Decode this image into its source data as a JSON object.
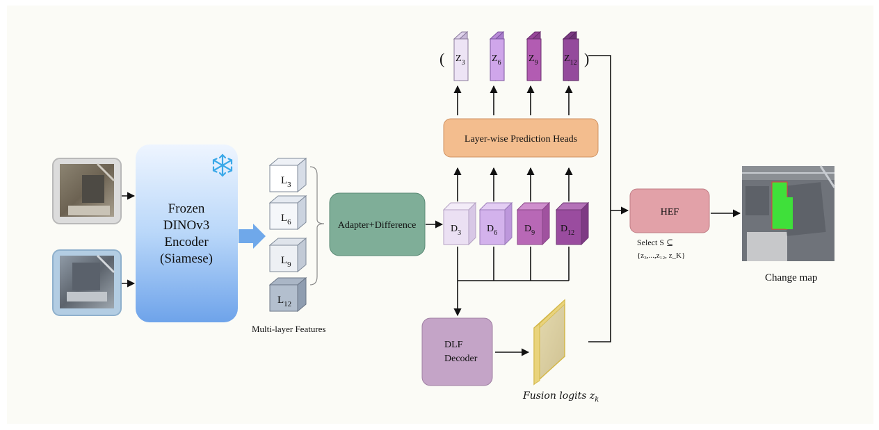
{
  "encoder": {
    "line1": "Frozen",
    "line2": "DINOv3",
    "line3": "Encoder",
    "line4": "(Siamese)"
  },
  "features": {
    "caption": "Multi-layer Features",
    "layers": [
      {
        "main": "L",
        "sub": "3"
      },
      {
        "main": "L",
        "sub": "6"
      },
      {
        "main": "L",
        "sub": "9"
      },
      {
        "main": "L",
        "sub": "12"
      }
    ]
  },
  "adapter": {
    "label": "Adapter+Difference"
  },
  "diff_features": [
    {
      "main": "D",
      "sub": "3",
      "color": "#ebe0f3"
    },
    {
      "main": "D",
      "sub": "6",
      "color": "#d3b2ec"
    },
    {
      "main": "D",
      "sub": "9",
      "color": "#b868b6"
    },
    {
      "main": "D",
      "sub": "12",
      "color": "#9a4c9f"
    }
  ],
  "heads": {
    "label": "Layer-wise Prediction Heads"
  },
  "predictions": {
    "open_paren": "(",
    "close_paren": ")",
    "items": [
      {
        "main": "Z",
        "sub": "3",
        "color": "#ede4f5"
      },
      {
        "main": "Z",
        "sub": "6",
        "color": "#cfa6ea"
      },
      {
        "main": "Z",
        "sub": "9",
        "color": "#b25cb2"
      },
      {
        "main": "Z",
        "sub": "12",
        "color": "#944a9c"
      }
    ]
  },
  "decoder": {
    "line1": "DLF",
    "line2": "Decoder"
  },
  "fusion": {
    "label": "Fusion logits z",
    "sub": "k"
  },
  "hef": {
    "label": "HEF",
    "select_line1": "Select S ⊆",
    "select_line2": "{z₃,...,z₁₂, z_K}"
  },
  "output": {
    "caption": "Change map"
  },
  "icons": {
    "freeze": "snowflake-icon"
  }
}
